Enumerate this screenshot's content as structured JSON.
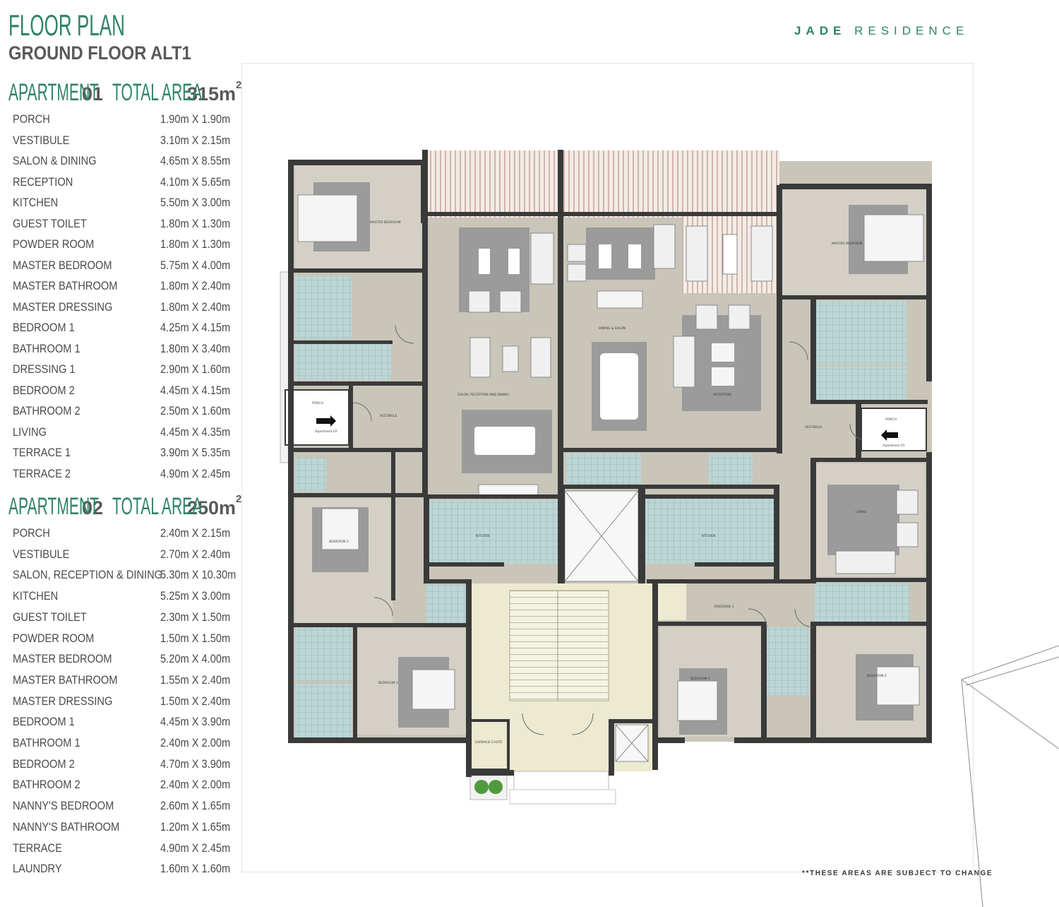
{
  "header": {
    "title": "FLOOR PLAN",
    "subtitle": "GROUND FLOOR ALT1",
    "brand_bold": "JADE",
    "brand_light": "RESIDENCE"
  },
  "apartment1": {
    "label": "APARTMENT",
    "number": "01",
    "area_label": "TOTAL AREA",
    "area_value": "315m",
    "area_sup": "2",
    "rooms": [
      {
        "name": "PORCH",
        "size": "1.90m X 1.90m"
      },
      {
        "name": "VESTIBULE",
        "size": "3.10m X 2.15m"
      },
      {
        "name": "SALON & DINING",
        "size": "4.65m X 8.55m"
      },
      {
        "name": "RECEPTION",
        "size": "4.10m X 5.65m"
      },
      {
        "name": "KITCHEN",
        "size": "5.50m X 3.00m"
      },
      {
        "name": "GUEST TOILET",
        "size": "1.80m X 1.30m"
      },
      {
        "name": "POWDER ROOM",
        "size": "1.80m X 1.30m"
      },
      {
        "name": "MASTER BEDROOM",
        "size": "5.75m X 4.00m"
      },
      {
        "name": "MASTER BATHROOM",
        "size": "1.80m X 2.40m"
      },
      {
        "name": "MASTER DRESSING",
        "size": "1.80m X 2.40m"
      },
      {
        "name": "BEDROOM 1",
        "size": "4.25m X 4.15m"
      },
      {
        "name": "BATHROOM 1",
        "size": "1.80m X 3.40m"
      },
      {
        "name": "DRESSING 1",
        "size": "2.90m X 1.60m"
      },
      {
        "name": "BEDROOM 2",
        "size": "4.45m X 4.15m"
      },
      {
        "name": "BATHROOM 2",
        "size": "2.50m X 1.60m"
      },
      {
        "name": "LIVING",
        "size": "4.45m X 4.35m"
      },
      {
        "name": "TERRACE 1",
        "size": "3.90m X 5.35m"
      },
      {
        "name": "TERRACE 2",
        "size": "4.90m X 2.45m"
      }
    ]
  },
  "apartment2": {
    "label": "APARTMENT",
    "number": "02",
    "area_label": "TOTAL AREA",
    "area_value": "250m",
    "area_sup": "2",
    "rooms": [
      {
        "name": "PORCH",
        "size": "2.40m X 2.15m"
      },
      {
        "name": "VESTIBULE",
        "size": "2.70m X 2.40m"
      },
      {
        "name": "SALON, RECEPTION & DINING",
        "size": "5.30m X 10.30m"
      },
      {
        "name": "KITCHEN",
        "size": "5.25m X 3.00m"
      },
      {
        "name": "GUEST TOILET",
        "size": "2.30m X 1.50m"
      },
      {
        "name": "POWDER ROOM",
        "size": "1.50m X 1.50m"
      },
      {
        "name": "MASTER BEDROOM",
        "size": "5.20m X 4.00m"
      },
      {
        "name": "MASTER BATHROOM",
        "size": "1.55m X 2.40m"
      },
      {
        "name": "MASTER DRESSING",
        "size": "1.50m X 2.40m"
      },
      {
        "name": "BEDROOM 1",
        "size": "4.45m X 3.90m"
      },
      {
        "name": "BATHROOM 1",
        "size": "2.40m X 2.00m"
      },
      {
        "name": "BEDROOM 2",
        "size": "4.70m X 3.90m"
      },
      {
        "name": "BATHROOM 2",
        "size": "2.40m X 2.00m"
      },
      {
        "name": "NANNY'S BEDROOM",
        "size": "2.60m X 1.65m"
      },
      {
        "name": "NANNY'S BATHROOM",
        "size": "1.20m X 1.65m"
      },
      {
        "name": "TERRACE",
        "size": "4.90m X 2.45m"
      },
      {
        "name": "LAUNDRY",
        "size": "1.60m X 1.60m"
      }
    ]
  },
  "plan_labels": {
    "porch_left": "PORCH",
    "apartment_left": "Apartment 02",
    "porch_right": "PORCH",
    "apartment_right": "Apartment 01",
    "garbage": "GARBAGE CHUTE"
  },
  "disclaimer": "**THESE AREAS ARE SUBJECT TO CHANGE",
  "colors": {
    "accent_green": "#2e8466",
    "text_gray": "#58595b",
    "wall": "#3a3a3a",
    "floor": "#c9c5b9",
    "rug": "#9b9b9b",
    "tile": "#b9d3d3",
    "lobby": "#eceac9"
  }
}
